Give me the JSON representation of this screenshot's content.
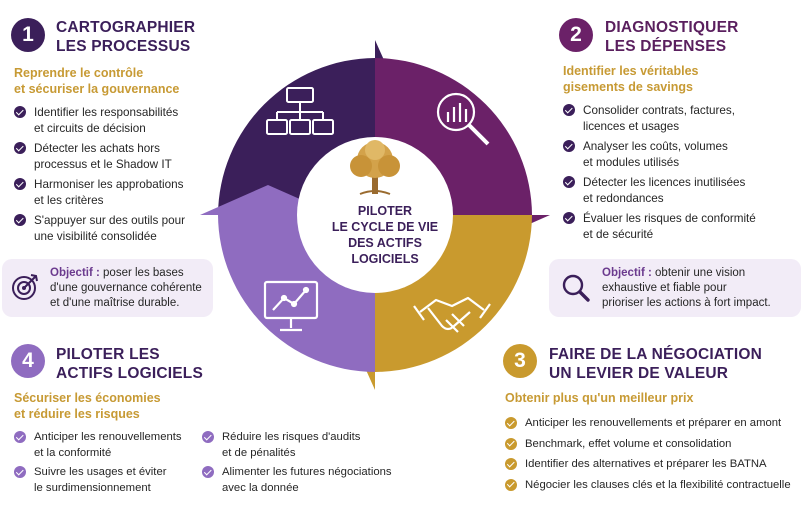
{
  "center": {
    "title_lines": [
      "PILOTER",
      "LE CYCLE DE VIE",
      "DES ACTIFS",
      "LOGICIELS"
    ]
  },
  "sections": [
    {
      "number": "1",
      "title_lines": [
        "CARTOGRAPHIER",
        "LES PROCESSUS"
      ],
      "subtitle_lines": [
        "Reprendre le contrôle",
        "et sécuriser la gouvernance"
      ],
      "items": [
        [
          "Identifier les responsabilités",
          "et circuits de décision"
        ],
        [
          "Détecter les achats hors",
          "processus et le Shadow IT"
        ],
        [
          "Harmoniser les approbations",
          "et les critères"
        ],
        [
          "S'appuyer sur des outils pour",
          "une visibilité consolidée"
        ]
      ],
      "objective": {
        "label": "Objectif :",
        "lines": [
          " poser les bases",
          "d'une gouvernance cohérente",
          "et d'une maîtrise durable."
        ]
      },
      "icon": "org-chart-icon"
    },
    {
      "number": "2",
      "title_lines": [
        "DIAGNOSTIQUER",
        "LES DÉPENSES"
      ],
      "subtitle_lines": [
        "Identifier les véritables",
        "gisements de savings"
      ],
      "items": [
        [
          "Consolider contrats, factures,",
          "licences et usages"
        ],
        [
          "Analyser les coûts, volumes",
          "et modules utilisés"
        ],
        [
          "Détecter les licences inutilisées",
          "et redondances"
        ],
        [
          "Évaluer les risques de conformité",
          "et de sécurité"
        ]
      ],
      "objective": {
        "label": "Objectif :",
        "lines": [
          " obtenir une vision",
          "exhaustive et fiable pour",
          "prioriser les actions à fort impact."
        ]
      },
      "icon": "magnifier-chart-icon"
    },
    {
      "number": "3",
      "title_lines": [
        "FAIRE DE LA NÉGOCIATION",
        "UN LEVIER DE VALEUR"
      ],
      "subtitle_lines": [
        "Obtenir plus qu'un meilleur prix"
      ],
      "items": [
        [
          "Anticiper les renouvellements et préparer en amont"
        ],
        [
          "Benchmark, effet volume et consolidation"
        ],
        [
          "Identifier des alternatives et préparer les BATNA"
        ],
        [
          "Négocier les clauses clés et la flexibilité contractuelle"
        ]
      ],
      "icon": "handshake-icon"
    },
    {
      "number": "4",
      "title_lines": [
        "PILOTER LES",
        "ACTIFS LOGICIELS"
      ],
      "subtitle_lines": [
        "Sécuriser les économies",
        "et réduire les risques"
      ],
      "items_left": [
        [
          "Anticiper les renouvellements",
          "et la conformité"
        ],
        [
          "Suivre les usages et éviter",
          "le surdimensionnement"
        ]
      ],
      "items_right": [
        [
          "Réduire les risques d'audits",
          "et de pénalités"
        ],
        [
          "Alimenter les futures négociations",
          "avec la donnée"
        ]
      ],
      "icon": "monitor-chart-icon"
    }
  ],
  "colors": {
    "dark_purple": "#3b1f5a",
    "magenta_purple": "#6b2168",
    "lavender": "#8f6cc0",
    "gold": "#c99a2e",
    "objective_bg": "#f2ecf7"
  }
}
